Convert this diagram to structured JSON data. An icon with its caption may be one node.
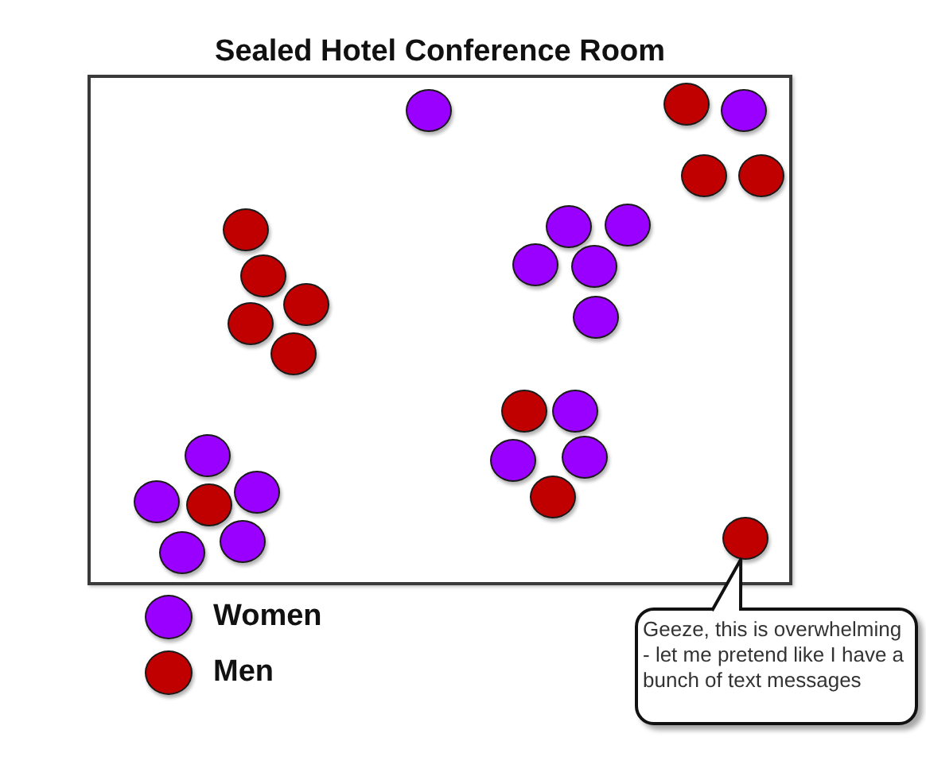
{
  "diagram": {
    "nodes": [
      {
        "text": [
          "Sealed Hotel Conference Room"
        ]
      },
      {
        "text": [],
        "shape": "circle",
        "in": 0
      },
      {
        "text": [
          "Geeze, this is overwhelming - let me pretend like I have a bunch of text messages"
        ]
      }
    ],
    "edges": [
      {
        "from": 2,
        "to": 1,
        "arrow": "to"
      }
    ],
    "legend": [
      {
        "text": "Women",
        "color": "#9900ff"
      },
      {
        "text": "Men",
        "color": "#c00000"
      }
    ]
  }
}
